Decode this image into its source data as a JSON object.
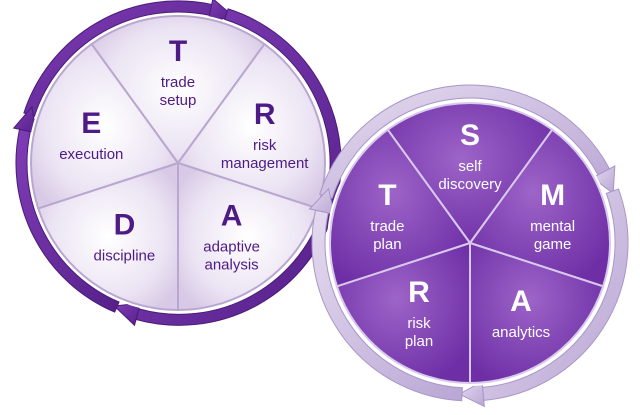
{
  "left_cycle": {
    "segments": [
      {
        "letter": "T",
        "lines": [
          "trade",
          "setup"
        ]
      },
      {
        "letter": "R",
        "lines": [
          "risk",
          "management"
        ]
      },
      {
        "letter": "A",
        "lines": [
          "adaptive",
          "analysis"
        ]
      },
      {
        "letter": "D",
        "lines": [
          "discipline"
        ]
      },
      {
        "letter": "E",
        "lines": [
          "execution"
        ]
      }
    ]
  },
  "right_cycle": {
    "segments": [
      {
        "letter": "S",
        "lines": [
          "self",
          "discovery"
        ]
      },
      {
        "letter": "M",
        "lines": [
          "mental",
          "game"
        ]
      },
      {
        "letter": "A",
        "lines": [
          "analytics"
        ]
      },
      {
        "letter": "R",
        "lines": [
          "risk",
          "plan"
        ]
      },
      {
        "letter": "T",
        "lines": [
          "trade",
          "plan"
        ]
      }
    ]
  },
  "colors": {
    "left_ring": "#6a2c9e",
    "left_ring_dark": "#4b1a78",
    "left_text": "#4e1a86",
    "right_ring": "#d2c4e4",
    "right_ring_dark": "#a995c8",
    "right_text": "#ffffff"
  }
}
